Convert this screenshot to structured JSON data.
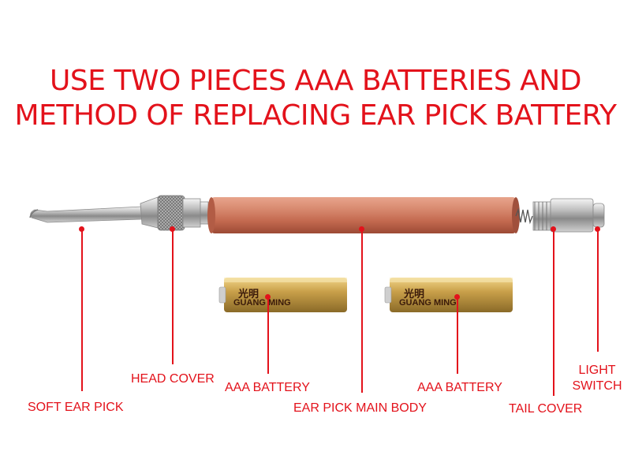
{
  "title": {
    "line1": "USE TWO PIECES AAA BATTERIES AND",
    "line2": "METHOD OF REPLACING EAR PICK BATTERY"
  },
  "labels": {
    "soft_ear_pick": "SOFT EAR PICK",
    "head_cover": "HEAD COVER",
    "aaa_battery_left": "AAA BATTERY",
    "main_body": "EAR PICK MAIN BODY",
    "aaa_battery_right": "AAA BATTERY",
    "tail_cover": "TAIL COVER",
    "light_switch_line1": "LIGHT",
    "light_switch_line2": "SWITCH"
  },
  "battery": {
    "brand_cn": "光明",
    "brand_en": "GUANG MING"
  },
  "colors": {
    "accent": "#e3121b",
    "tube": "#c9735a",
    "battery_gold": "#c9a04a"
  }
}
